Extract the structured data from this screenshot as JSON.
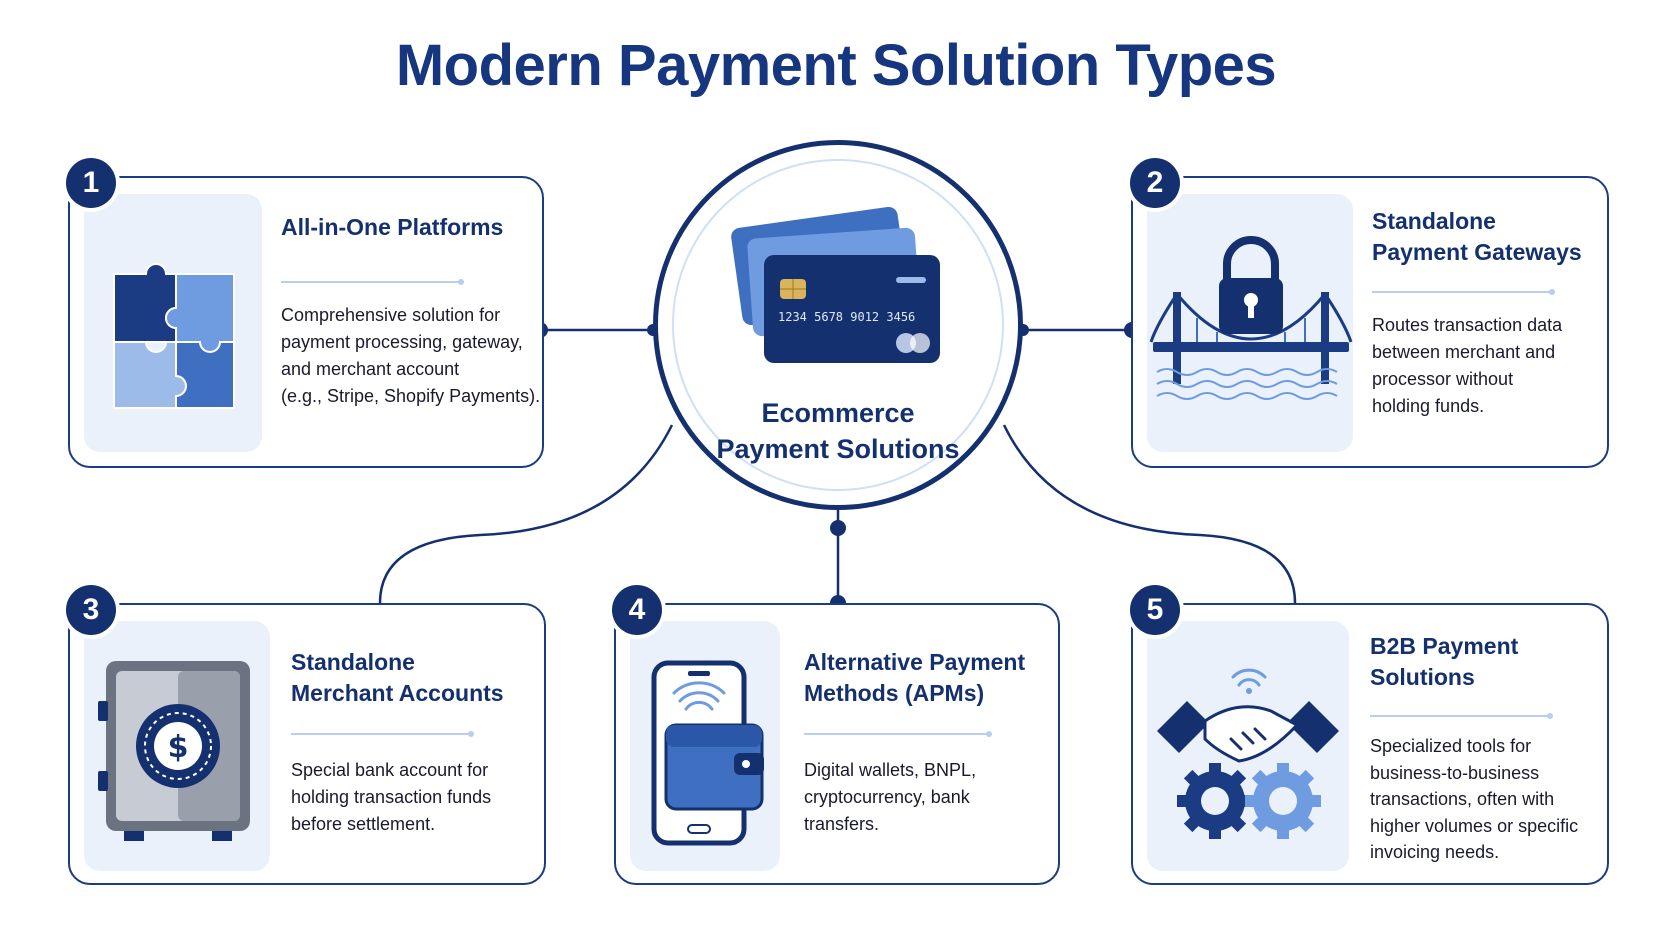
{
  "title": "Modern Payment Solution Types",
  "hub": {
    "label_line1": "Ecommerce",
    "label_line2": "Payment Solutions",
    "card_number": "1234  5678  9012  3456",
    "icon": "credit-cards-icon"
  },
  "cards": [
    {
      "number": "1",
      "title_lines": [
        "All-in-One Platforms"
      ],
      "description_lines": [
        "Comprehensive solution for",
        "payment processing, gateway,",
        "and merchant account",
        "(e.g., Stripe, Shopify Payments)."
      ],
      "icon": "puzzle-pieces-icon"
    },
    {
      "number": "2",
      "title_lines": [
        "Standalone",
        "Payment Gateways"
      ],
      "description_lines": [
        "Routes transaction data",
        "between merchant and",
        "processor without",
        "holding funds."
      ],
      "icon": "bridge-padlock-icon"
    },
    {
      "number": "3",
      "title_lines": [
        "Standalone",
        "Merchant Accounts"
      ],
      "description_lines": [
        "Special bank account for",
        "holding transaction funds",
        "before settlement."
      ],
      "icon": "safe-icon"
    },
    {
      "number": "4",
      "title_lines": [
        "Alternative Payment",
        "Methods (APMs)"
      ],
      "description_lines": [
        "Digital wallets, BNPL,",
        "cryptocurrency, bank",
        "transfers."
      ],
      "icon": "phone-wallet-icon"
    },
    {
      "number": "5",
      "title_lines": [
        "B2B Payment",
        "Solutions"
      ],
      "description_lines": [
        "Specialized tools for",
        "business-to-business",
        "transactions, often with",
        "higher volumes or specific",
        "invoicing needs."
      ],
      "icon": "handshake-gears-icon"
    }
  ],
  "colors": {
    "primary": "#14306f",
    "accent": "#3f6fc0",
    "light": "#eaf1fb",
    "divider": "#b9cdee"
  }
}
